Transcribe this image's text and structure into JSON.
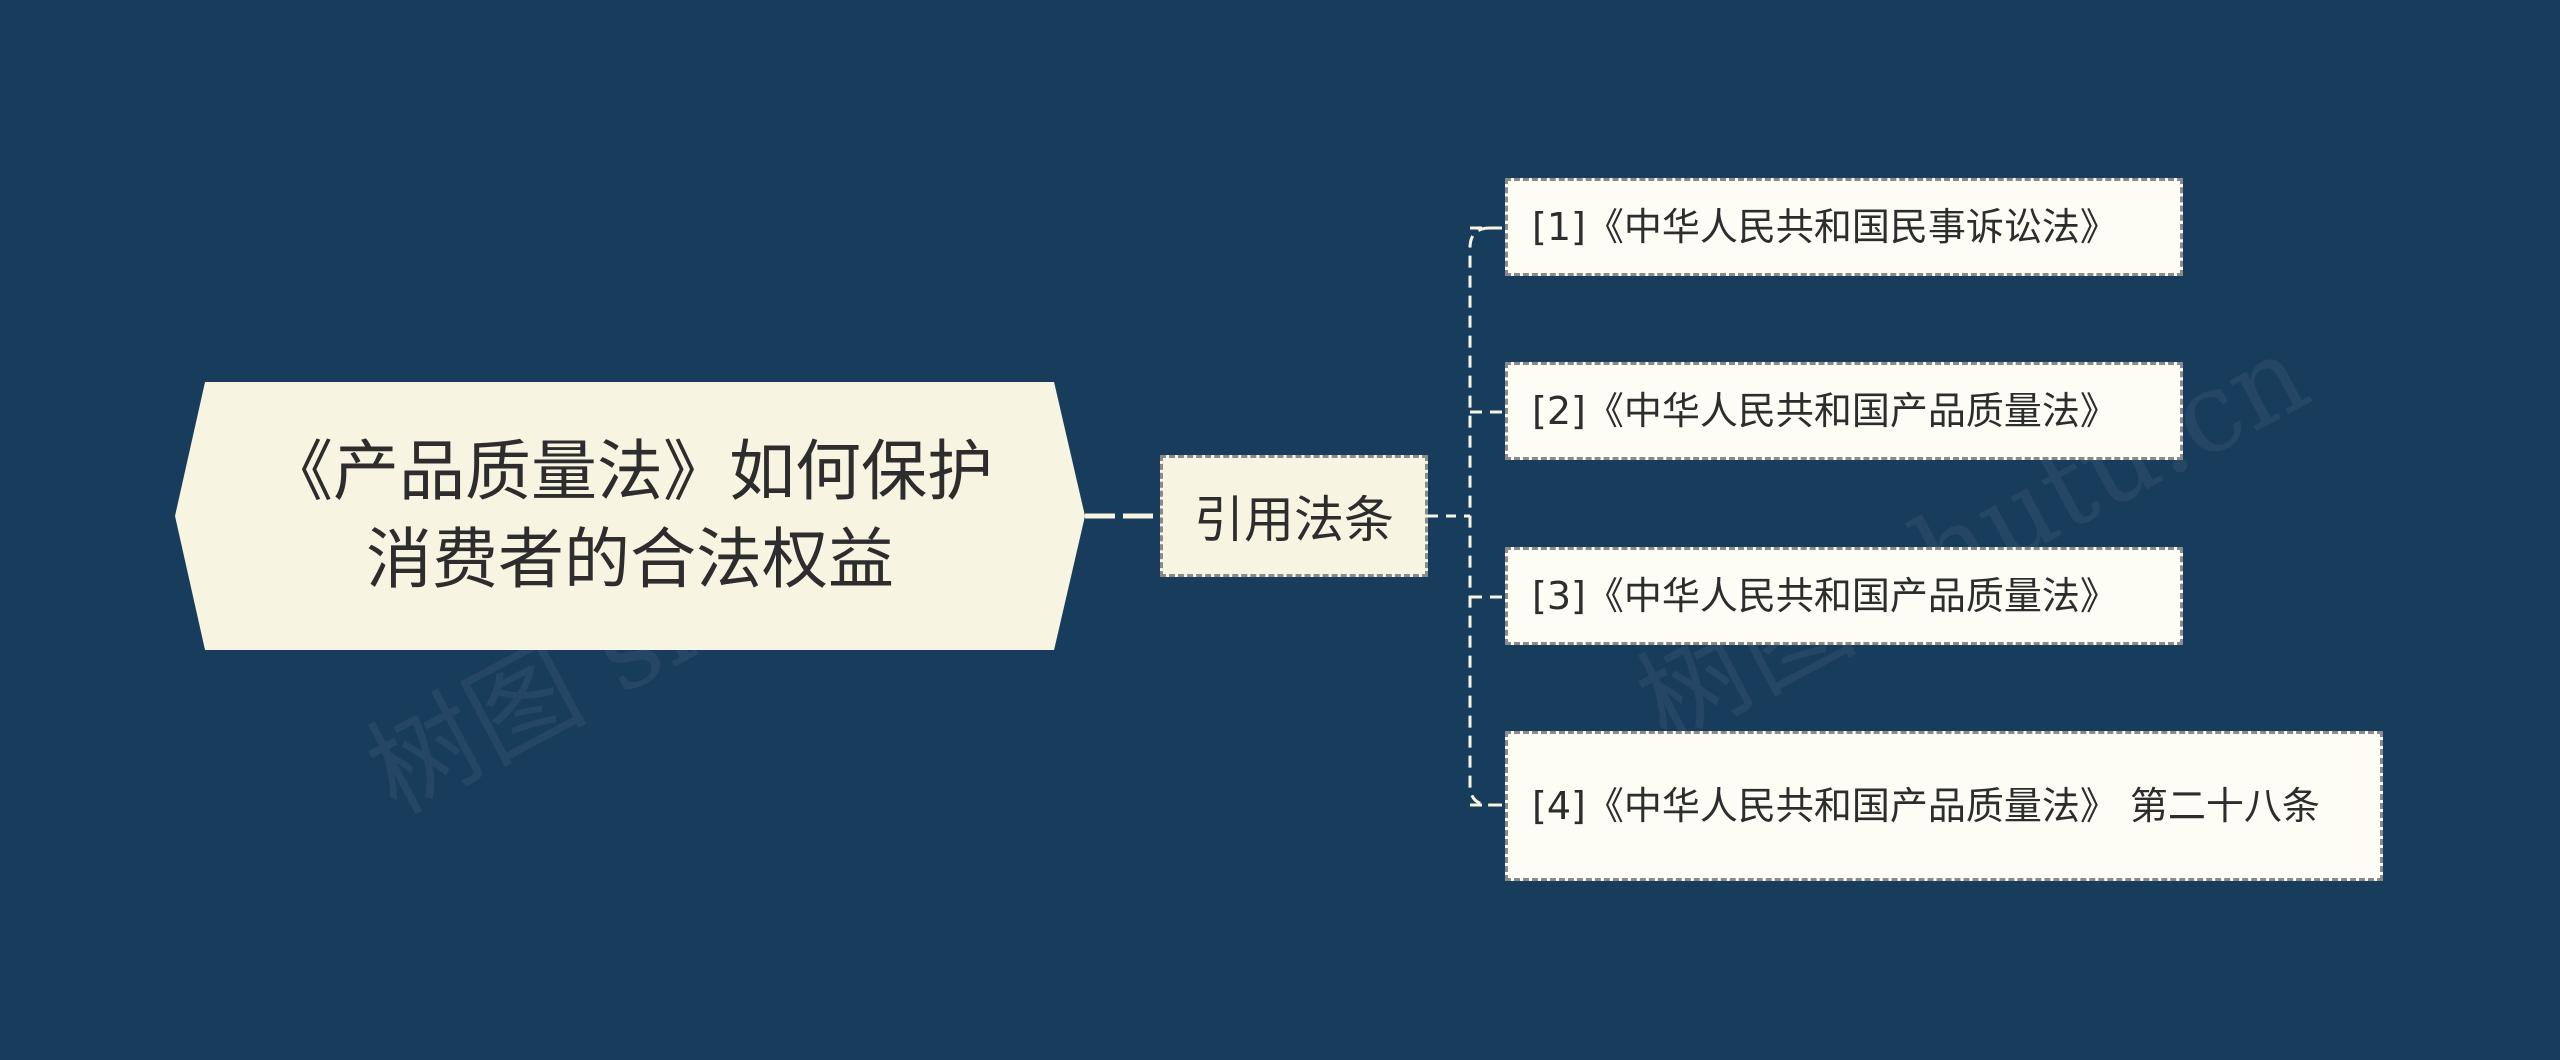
{
  "root": {
    "title": "《产品质量法》如何保护消费者的合法权益"
  },
  "branch": {
    "label": "引用法条"
  },
  "leaves": [
    {
      "label": "[1]《中华人民共和国民事诉讼法》"
    },
    {
      "label": "[2]《中华人民共和国产品质量法》"
    },
    {
      "label": "[3]《中华人民共和国产品质量法》"
    },
    {
      "label": "[4]《中华人民共和国产品质量法》 第二十八条"
    }
  ],
  "watermarks": [
    "树图 shutu.cn",
    "树图 shutu.cn"
  ],
  "colors": {
    "background": "#183c5c",
    "node_fill": "#f7f4e2",
    "leaf_fill": "#fdfdf6",
    "connector": "#f7f4e2",
    "text": "#2d2d2d"
  }
}
